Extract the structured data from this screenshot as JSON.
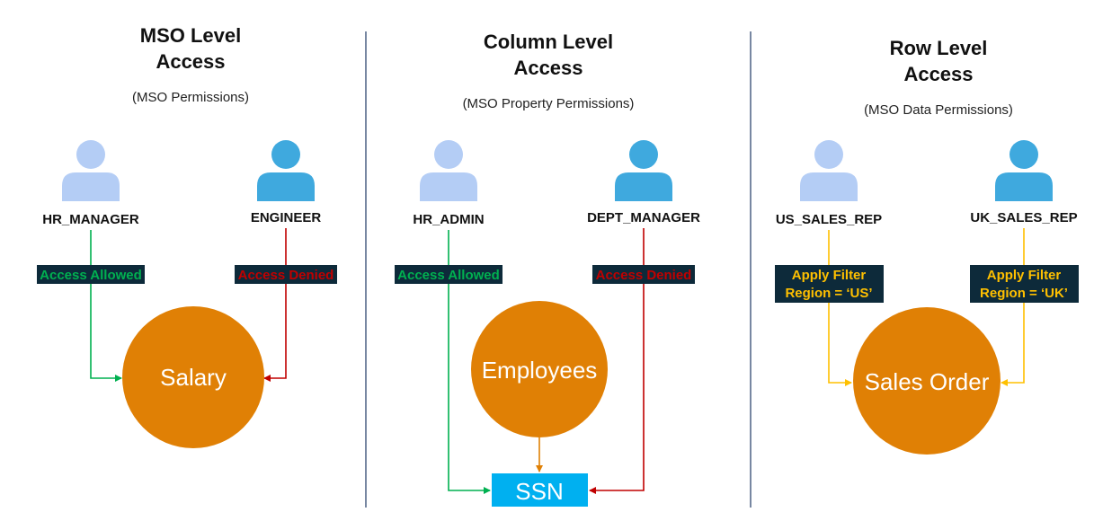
{
  "colors": {
    "divider": "#1f3864",
    "user_light": "#b4cdf5",
    "user_dark": "#3fa9de",
    "badge_bg": "#0d2a3a",
    "allowed": "#00b050",
    "denied": "#c00000",
    "filter": "#ffc000",
    "node": "#e08005",
    "box": "#00b0f0"
  },
  "sections": {
    "mso": {
      "title_line1": "MSO Level",
      "title_line2": "Access",
      "subtitle": "(MSO Permissions)",
      "user_a": "HR_MANAGER",
      "user_b": "ENGINEER",
      "badge_a": "Access Allowed",
      "badge_b": "Access Denied",
      "node": "Salary"
    },
    "column": {
      "title_line1": "Column Level",
      "title_line2": "Access",
      "subtitle": "(MSO Property Permissions)",
      "user_a": "HR_ADMIN",
      "user_b": "DEPT_MANAGER",
      "badge_a": "Access Allowed",
      "badge_b": "Access Denied",
      "node": "Employees",
      "field": "SSN"
    },
    "row": {
      "title_line1": "Row Level",
      "title_line2": "Access",
      "subtitle": "(MSO Data Permissions)",
      "user_a": "US_SALES_REP",
      "user_b": "UK_SALES_REP",
      "filter_a_line1": "Apply Filter",
      "filter_a_line2": "Region = ‘US’",
      "filter_b_line1": "Apply Filter",
      "filter_b_line2": "Region = ‘UK’",
      "node": "Sales Order"
    }
  }
}
